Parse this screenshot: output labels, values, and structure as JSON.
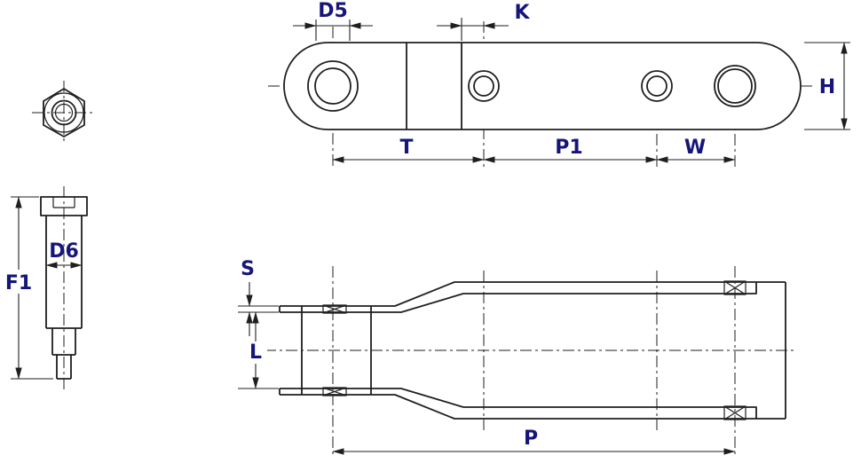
{
  "colors": {
    "label": "#16167a",
    "line": "#1f1f1f",
    "background": "#ffffff"
  },
  "dims": {
    "plate": {
      "d5": "D5",
      "k": "K",
      "h": "H",
      "t": "T",
      "p1": "P1",
      "w": "W"
    },
    "pin": {
      "f1": "F1",
      "d6": "D6"
    },
    "link": {
      "s": "S",
      "l": "L",
      "p": "P"
    }
  }
}
